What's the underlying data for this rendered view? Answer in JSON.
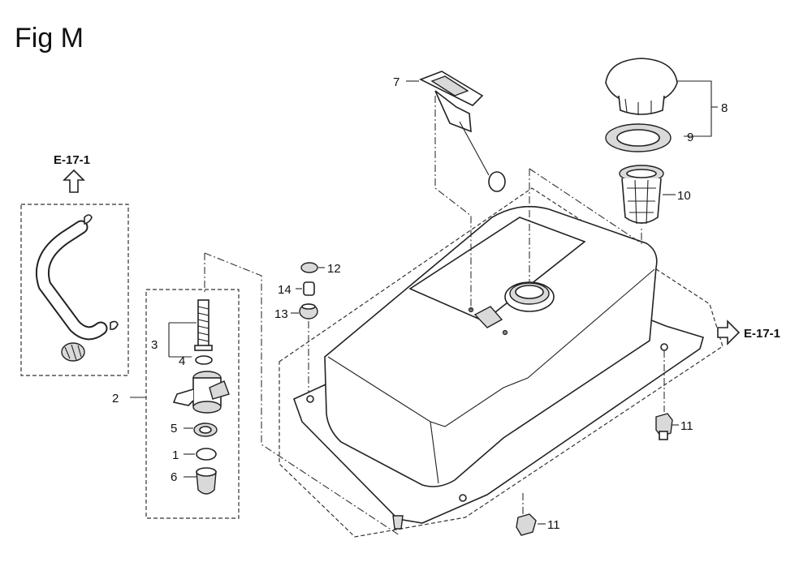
{
  "figure": {
    "title": "Fig M"
  },
  "references": {
    "left": "E-17-1",
    "right": "E-17-1"
  },
  "callouts": {
    "c1": "1",
    "c2": "2",
    "c3": "3",
    "c4": "4",
    "c5": "5",
    "c6": "6",
    "c7": "7",
    "c8": "8",
    "c9": "9",
    "c10": "10",
    "c11a": "11",
    "c11b": "11",
    "c12": "12",
    "c13": "13",
    "c14": "14"
  }
}
